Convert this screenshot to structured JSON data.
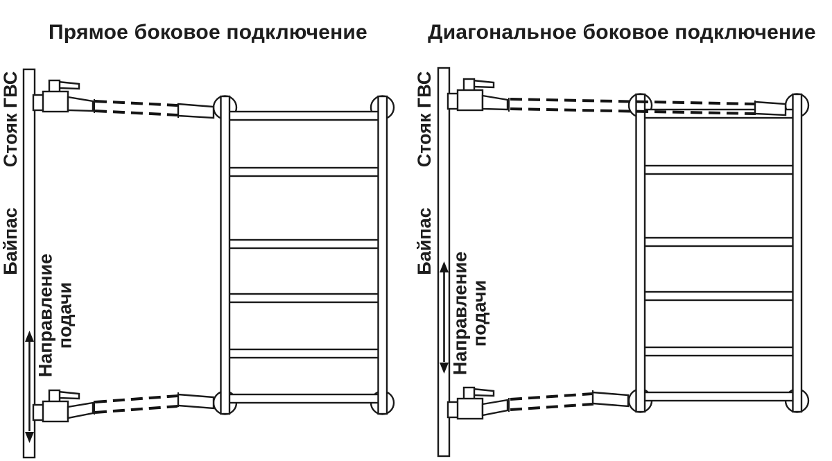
{
  "colors": {
    "line": "#1a1a1a",
    "background": "#ffffff"
  },
  "diagrams": [
    {
      "id": "direct-side-connection",
      "title": "Прямое боковое подключение",
      "labels": {
        "riser": "Стояк ГВС",
        "bypass": "Байпас",
        "flow_line1": "Направление",
        "flow_line2": "подачи"
      }
    },
    {
      "id": "diagonal-side-connection",
      "title": "Диагональное боковое подключение",
      "labels": {
        "riser": "Стояк ГВС",
        "bypass": "Байпас",
        "flow_line1": "Направление",
        "flow_line2": "подачи"
      }
    }
  ]
}
